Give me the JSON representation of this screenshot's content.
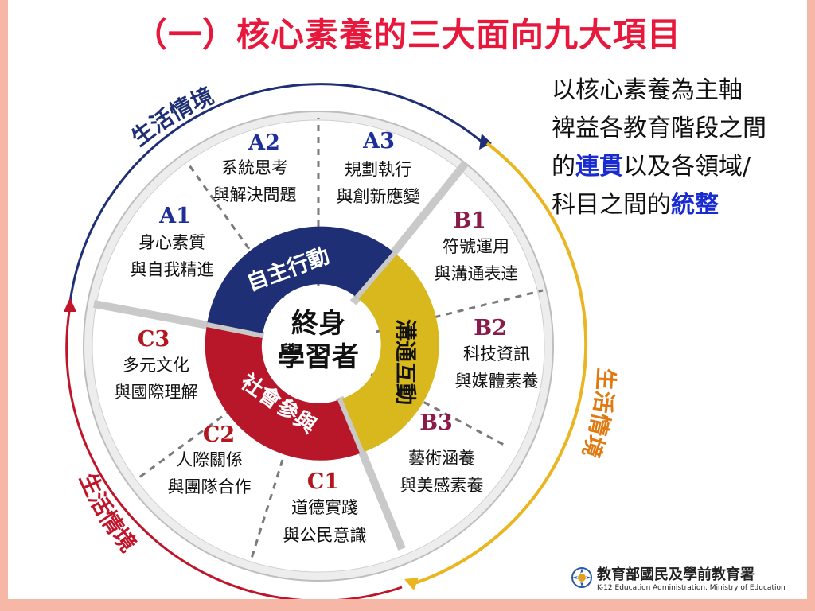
{
  "title": "（一）核心素養的三大面向九大項目",
  "side_text": {
    "line1": "以核心素養為主軸",
    "line2": "裨益各教育階段之間",
    "line3_pre": "的",
    "line3_hl": "連貫",
    "line3_post": "以及各領域/",
    "line4_pre": "科目之間的",
    "line4_hl": "統整"
  },
  "center": {
    "line1": "終身",
    "line2": "學習者"
  },
  "dimensions": {
    "a": "自主行動",
    "b": "溝通互動",
    "c": "社會參與"
  },
  "items": {
    "a1_code": "A1",
    "a1_l1": "身心素質",
    "a1_l2": "與自我精進",
    "a2_code": "A2",
    "a2_l1": "系統思考",
    "a2_l2": "與解決問題",
    "a3_code": "A3",
    "a3_l1": "規劃執行",
    "a3_l2": "與創新應變",
    "b1_code": "B1",
    "b1_l1": "符號運用",
    "b1_l2": "與溝通表達",
    "b2_code": "B2",
    "b2_l1": "科技資訊",
    "b2_l2": "與媒體素養",
    "b3_code": "B3",
    "b3_l1": "藝術涵養",
    "b3_l2": "與美感素養",
    "c1_code": "C1",
    "c1_l1": "道德實踐",
    "c1_l2": "與公民意識",
    "c2_code": "C2",
    "c2_l1": "人際關係",
    "c2_l2": "與團隊合作",
    "c3_code": "C3",
    "c3_l1": "多元文化",
    "c3_l2": "與國際理解"
  },
  "context_labels": {
    "top": "生活情境",
    "right": "生活情境",
    "bottom": "生活情境"
  },
  "logo": {
    "name": "教育部國民及學前教育署",
    "english": "K-12 Education Administration, Ministry of Education"
  },
  "colors": {
    "title": "#e8173c",
    "dimension_a": "#1f2f75",
    "dimension_b": "#d9b81e",
    "dimension_c": "#b8172a",
    "code_a": "#1f2f9a",
    "code_b": "#8a1a4a",
    "code_c": "#b3161f",
    "context_top": "#1f2f75",
    "context_right": "#e07a10",
    "context_bottom": "#c0142a",
    "highlight": "#1a2ccf"
  },
  "icons": {
    "logo": "ministry-emblem-icon"
  }
}
